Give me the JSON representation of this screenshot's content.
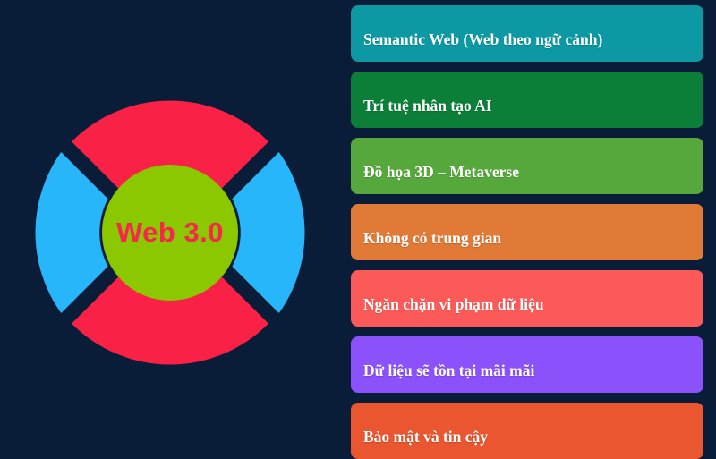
{
  "background_color": "#0a1d38",
  "diagram": {
    "name": "web3-donut-diagram",
    "center_label": "Web 3.0",
    "center_text_color": "#f4284b",
    "center_circle_color": "#8cc800",
    "segments": [
      {
        "name": "segment-top",
        "position": "top",
        "color": "#fa2146"
      },
      {
        "name": "segment-right",
        "position": "right",
        "color": "#28b6fb"
      },
      {
        "name": "segment-bottom",
        "position": "bottom",
        "color": "#fa2146"
      },
      {
        "name": "segment-left",
        "position": "left",
        "color": "#28b6fb"
      }
    ]
  },
  "features": {
    "title": "",
    "items": [
      {
        "label": "Semantic Web (Web theo ngữ cảnh)",
        "color": "#0d99a3"
      },
      {
        "label": "Trí tuệ nhân tạo AI",
        "color": "#0b7f37"
      },
      {
        "label": "Đồ họa 3D – Metaverse",
        "color": "#57a83c"
      },
      {
        "label": "Không có trung gian",
        "color": "#e17a37"
      },
      {
        "label": "Ngăn chặn vi phạm dữ liệu",
        "color": "#fb5a58"
      },
      {
        "label": "Dữ liệu sẽ tồn tại mãi mãi",
        "color": "#8b51fb"
      },
      {
        "label": "Bảo mật và tin cậy",
        "color": "#e9562f"
      }
    ]
  }
}
